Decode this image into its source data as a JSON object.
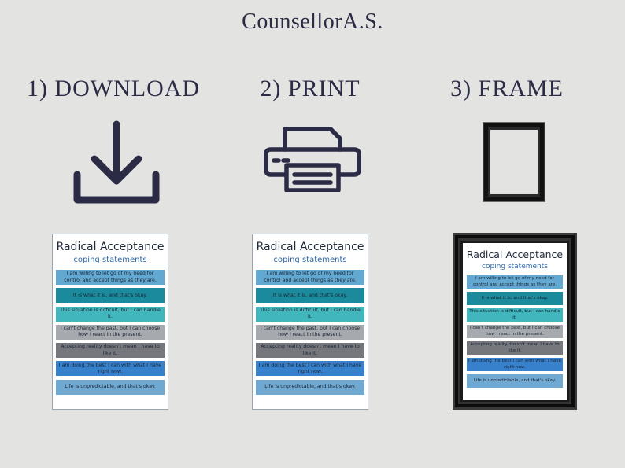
{
  "brand": "CounsellorA.S.",
  "steps": [
    {
      "label": "1) DOWNLOAD",
      "icon": "download-icon"
    },
    {
      "label": "2) PRINT",
      "icon": "printer-icon"
    },
    {
      "label": "3) FRAME",
      "icon": "frame-icon"
    }
  ],
  "poster": {
    "title": "Radical Acceptance",
    "subtitle": "coping statements",
    "statements": [
      {
        "text": "I am willing to let go of my need for control and accept things as they are.",
        "color": "#62a8d1"
      },
      {
        "text": "It is what it is, and that's okay.",
        "color": "#1b8a9c"
      },
      {
        "text": "This situation is difficult, but I can handle it.",
        "color": "#41b6bd"
      },
      {
        "text": "I can't change the past, but I can choose how I react in the present.",
        "color": "#a6a9ad"
      },
      {
        "text": "Accepting reality doesn't mean I have to like it.",
        "color": "#75777c"
      },
      {
        "text": "I am doing the best I can with what I have right now.",
        "color": "#3680cc"
      },
      {
        "text": "Life is unpredictable, and that's okay.",
        "color": "#6fa9d2"
      }
    ]
  },
  "colors": {
    "background": "#e3e4e1",
    "ink": "#2b2b45"
  }
}
